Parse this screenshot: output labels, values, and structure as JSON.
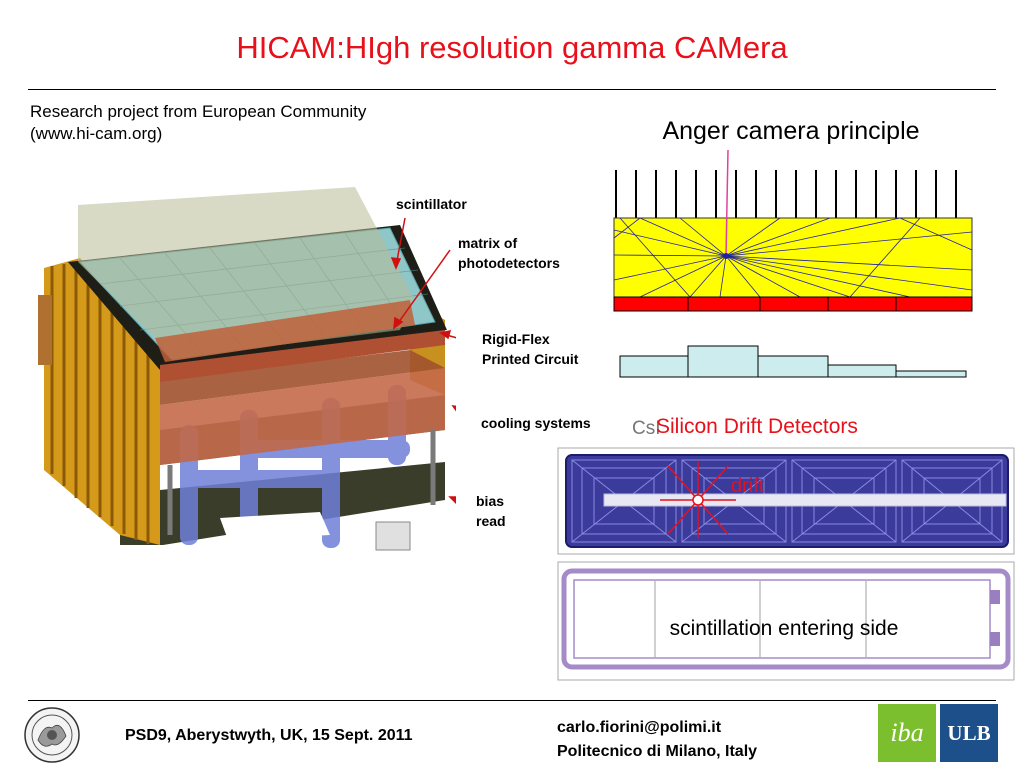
{
  "title": "HICAM:HIgh resolution gamma CAMera",
  "subtitle": {
    "line1": "Research project from European Community",
    "line2": "(www.hi-cam.org)"
  },
  "camera_labels": {
    "scintillator": "scintillator",
    "matrix_line1": "matrix of",
    "matrix_line2": "photodetectors",
    "flex_line1": "Rigid-Flex",
    "flex_line2": "Printed Circuit",
    "cooling": "cooling systems",
    "bias_line1": "bias",
    "bias_line2": "read"
  },
  "anger": {
    "title": "Anger camera principle"
  },
  "sdd": {
    "ghost_text": "CsI",
    "title": "Silicon Drift Detectors",
    "drift_label": "drift",
    "scintillation_label": "scintillation entering side"
  },
  "footer": {
    "conference": "PSD9, Aberystwyth, UK, 15 Sept. 2011",
    "email": "carlo.fiorini@polimi.it",
    "affiliation": "Politecnico di Milano, Italy",
    "logo_iba": "iba",
    "logo_ulb": "ULB"
  },
  "colors": {
    "title_red": "#e8101a",
    "scintillator_yellow": "#ffff00",
    "photodetector_red": "#ff0000",
    "histogram_fill": "#cdeced",
    "sdd_blue": "#3b3b9c",
    "sdd_lavender": "#a58cc8"
  }
}
